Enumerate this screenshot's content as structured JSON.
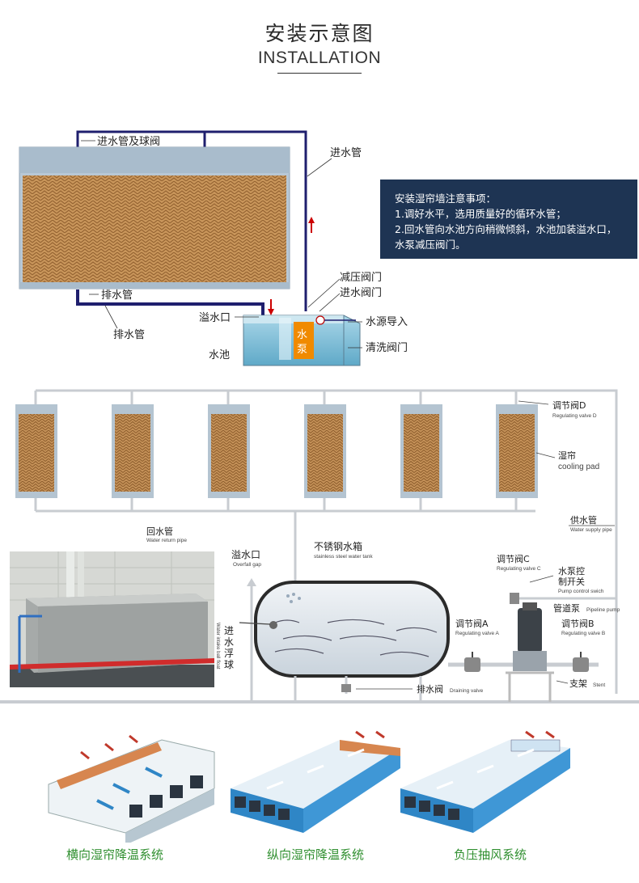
{
  "header": {
    "title_zh": "安装示意图",
    "title_en": "INSTALLATION"
  },
  "section1": {
    "labels": {
      "inlet_pipe_valve": "进水管及球阀",
      "inlet_pipe": "进水管",
      "drain_pipe_top": "排水管",
      "drain_pipe_bottom": "排水管",
      "pressure_valve": "减压阀门",
      "inlet_valve": "进水阀门",
      "overflow": "溢水口",
      "water_source": "水源导入",
      "cleaning_valve": "清洗阀门",
      "pool": "水池",
      "pump_char1": "水",
      "pump_char2": "泵"
    },
    "note": {
      "title": "安装湿帘墙注意事项：",
      "line1": "1.调好水平，选用质量好的循环水管；",
      "line2": "2.回水管向水池方向稍微倾斜，水池加装溢水口，",
      "line3": "水泵减压阀门。"
    }
  },
  "section2": {
    "labels": {
      "valve_d_zh": "调节阀D",
      "valve_d_en": "Regulating valve D",
      "pad_zh": "湿帘",
      "pad_en": "cooling pad",
      "return_zh": "回水管",
      "return_en": "Water return pipe",
      "supply_zh": "供水管",
      "supply_en": "Water supply pipe",
      "overflow_zh": "溢水口",
      "overflow_en": "Overfall gap",
      "tank_zh": "不锈钢水箱",
      "tank_en": "stainless steel water tank",
      "valve_c_zh": "调节阀C",
      "valve_c_en": "Regulating valve C",
      "pump_switch_zh1": "水泵控",
      "pump_switch_zh2": "制开关",
      "pump_switch_en": "Pump control swich",
      "pipeline_pump_zh": "管道泵",
      "pipeline_pump_en": "Pipeline pump",
      "valve_a_zh": "调节阀A",
      "valve_a_en": "Regulating valve A",
      "valve_b_zh": "调节阀B",
      "valve_b_en": "Regulating valve B",
      "float_c1": "进",
      "float_c2": "水",
      "float_c3": "浮",
      "float_c4": "球",
      "float_en": "Water intake ball float",
      "drain_zh": "排水阀",
      "drain_en": "Draining valve",
      "stent_zh": "支架",
      "stent_en": "Stent"
    }
  },
  "systems": [
    {
      "label": "横向湿帘降温系统"
    },
    {
      "label": "纵向湿帘降温系统"
    },
    {
      "label": "负压抽风系统"
    }
  ],
  "colors": {
    "pipe": "#1f1f6e",
    "pad": "#c8955a",
    "frame": "#9fb3c4",
    "note_bg": "#1e3453",
    "pump": "#f08a00",
    "system_label": "#2f8f2f"
  }
}
